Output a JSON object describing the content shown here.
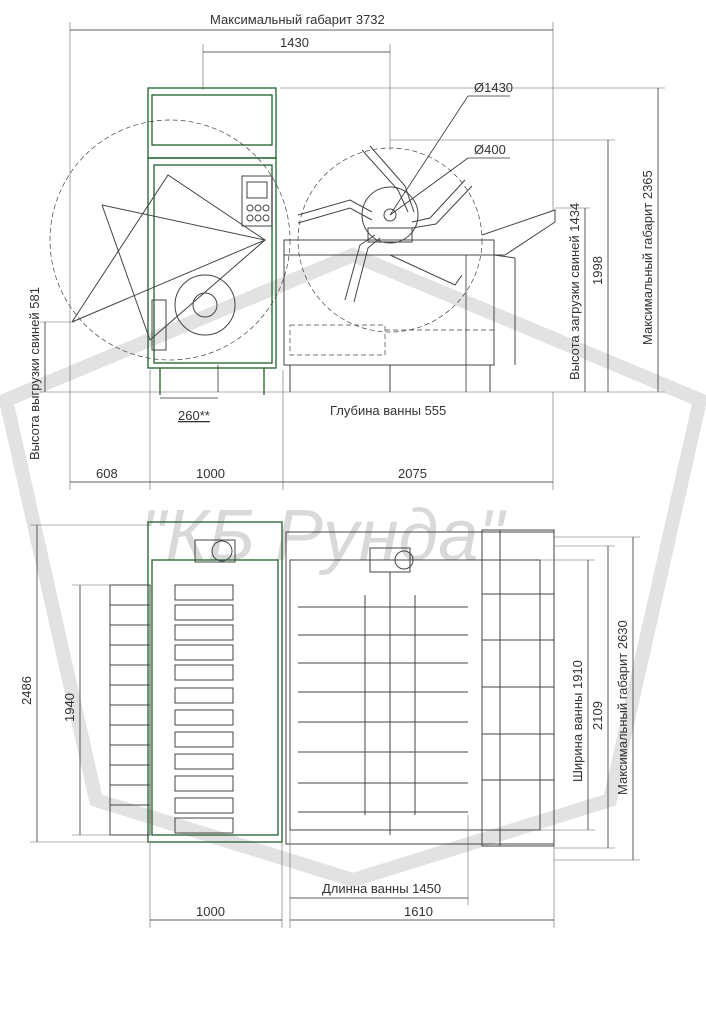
{
  "watermark": {
    "text": "\"КБ Рунда\""
  },
  "top_view_dimensions": {
    "max_length": "Максимальный габарит 3732",
    "width_1430": "1430",
    "drum_outer": "Ø1430",
    "drum_inner": "Ø400",
    "max_height": "Максимальный габарит 2365",
    "height_1998": "1998",
    "load_height": "Высота загрузки свиней 1434",
    "unload_height": "Высота выгрузки свиней 581",
    "offset_260": "260**",
    "bath_depth": "Глубина ванны 555",
    "seg_608": "608",
    "seg_1000": "1000",
    "seg_2075": "2075"
  },
  "bottom_view_dimensions": {
    "width_2486": "2486",
    "width_1940": "1940",
    "bath_width": "Ширина ванны 1910",
    "width_2109": "2109",
    "max_width": "Максимальный габарит 2630",
    "bath_length": "Длинна ванны 1450",
    "seg_1000": "1000",
    "seg_1610": "1610"
  },
  "colors": {
    "line": "#333333",
    "frame_green": "#2e6b3a",
    "watermark": "#d9d9d9"
  }
}
